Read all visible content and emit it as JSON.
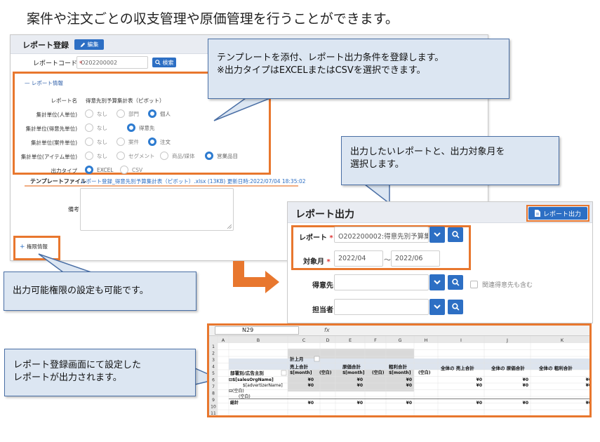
{
  "headline": "案件や注文ごとの収支管理や原価管理を行うことができます。",
  "registration": {
    "title": "レポート登録",
    "edit_label": "編集",
    "code_label": "レポートコード",
    "required_mark": "*",
    "code_value": "O202200002",
    "search_label": "検索",
    "section_label": "レポート情報",
    "name_label": "レポート名",
    "name_value": "得意先別予算集計表（ピボット）",
    "rows": [
      {
        "label": "集計単位(人単位)",
        "options": [
          "なし",
          "部門",
          "個人"
        ],
        "selected": 2
      },
      {
        "label": "集計単位(得意先単位)",
        "options": [
          "なし",
          "得意先"
        ],
        "selected": 1
      },
      {
        "label": "集計単位(案件単位)",
        "options": [
          "なし",
          "案件",
          "注文"
        ],
        "selected": 2
      },
      {
        "label": "集計単位(アイテム単位)",
        "options": [
          "なし",
          "セグメント",
          "商品/媒体",
          "営業品目"
        ],
        "selected": 3
      },
      {
        "label": "出力タイプ",
        "options": [
          "EXCEL",
          "CSV"
        ],
        "selected": 0
      }
    ],
    "template_label": "テンプレートファイル",
    "template_link": "レポート登録_得意先別予算集計表（ピボット）.xlsx (13KB) 更新日時:2022/07/04 18:35:02",
    "remark_label": "備考",
    "permission_label": "権限情報"
  },
  "callouts": {
    "template": "テンプレートを添付、レポート出力条件を登録します。\n※出力タイプはEXCELまたはCSVを選択できます。",
    "output": "出力したいレポートと、出力対象月を\n選択します。",
    "permission": "出力可能権限の設定も可能です。",
    "result": "レポート登録画面にて設定した\nレポートが出力されます。"
  },
  "output": {
    "title": "レポート出力",
    "output_button": "レポート出力",
    "report_label": "レポート",
    "required_mark": "*",
    "report_value": "O202200002:得意先別予算集",
    "month_label": "対象月",
    "month_from": "2022/04",
    "month_separator": "～",
    "month_to": "2022/06",
    "customer_label": "得意先",
    "related_label": "関連得意先も含む",
    "staff_label": "担当者"
  },
  "sheet": {
    "cell_ref": "N29",
    "fx": "fx",
    "columns": [
      "A",
      "B",
      "C",
      "D",
      "E",
      "F",
      "G",
      "H",
      "I",
      "J",
      "K"
    ],
    "row_numbers": [
      "1",
      "2",
      "3",
      "4",
      "5",
      "6",
      "7",
      "8",
      "9",
      "10",
      "11"
    ],
    "header_sum": "計上月",
    "headers": [
      [
        "売上合計",
        "$[month]",
        "(空白)"
      ],
      [
        "原価合計",
        "$[month]",
        "(空白)"
      ],
      [
        "粗利合計",
        "$[month]",
        "(空白)"
      ],
      [
        "全体の 売上合計"
      ],
      [
        "全体の 原価合計"
      ],
      [
        "全体の 粗利合計"
      ]
    ],
    "row_header": "部署別/広告主別",
    "rows": [
      {
        "label": "⊟$[salesOrgName]",
        "values": [
          "¥0",
          "¥0",
          "¥0",
          "¥0",
          "¥0",
          "¥0"
        ]
      },
      {
        "label": "$[advertizerName]",
        "values": [
          "¥0",
          "¥0",
          "¥0",
          "¥0",
          "¥0",
          "¥0"
        ]
      },
      {
        "label": "⊟(空白)",
        "values": [
          "",
          "",
          "",
          "",
          "",
          ""
        ]
      },
      {
        "label": "(空白)",
        "values": [
          "",
          "",
          "",
          "",
          "",
          ""
        ]
      },
      {
        "label": "総計",
        "values": [
          "¥0",
          "¥0",
          "¥0",
          "¥0",
          "¥0",
          "¥0"
        ]
      }
    ]
  },
  "colors": {
    "accent_orange": "#e8772e",
    "primary_blue": "#2d6fc4",
    "callout_fill": "#dce6f2"
  }
}
